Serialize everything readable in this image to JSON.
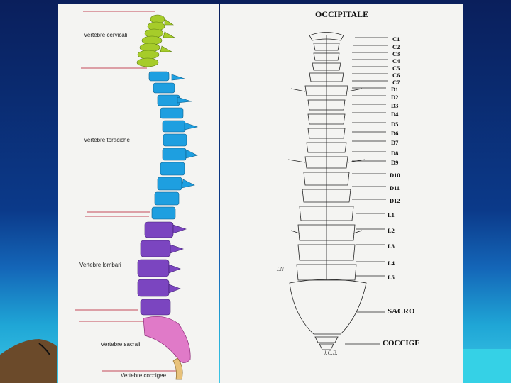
{
  "left_figure": {
    "region_labels": [
      {
        "key": "cervical",
        "text": "Vertebre cervicali"
      },
      {
        "key": "thoracic",
        "text": "Vertebre toraciche"
      },
      {
        "key": "lumbar",
        "text": "Vertebre lombari"
      },
      {
        "key": "sacral",
        "text": "Vertebre sacrali"
      },
      {
        "key": "coccygeal",
        "text": "Vertebre coccigee"
      }
    ],
    "colors": {
      "cervical": "#a6cc2a",
      "thoracic": "#1e9fe0",
      "lumbar": "#7b45c0",
      "sacral": "#e07ac8",
      "coccygeal": "#e8c27a",
      "guide_line": "#c44a5a"
    }
  },
  "right_figure": {
    "title": "OCCIPITALE",
    "vertebra_labels": [
      "C1",
      "C2",
      "C3",
      "C4",
      "C5",
      "C6",
      "C7",
      "D1",
      "D2",
      "D3",
      "D4",
      "D5",
      "D6",
      "D7",
      "D8",
      "D9",
      "D10",
      "D11",
      "D12",
      "L1",
      "L2",
      "L3",
      "L4",
      "L5"
    ],
    "sacrum_label": "SACRO",
    "coccyx_label": "COCCIGE",
    "margin_note": "LN",
    "signature": "J.C.B."
  }
}
